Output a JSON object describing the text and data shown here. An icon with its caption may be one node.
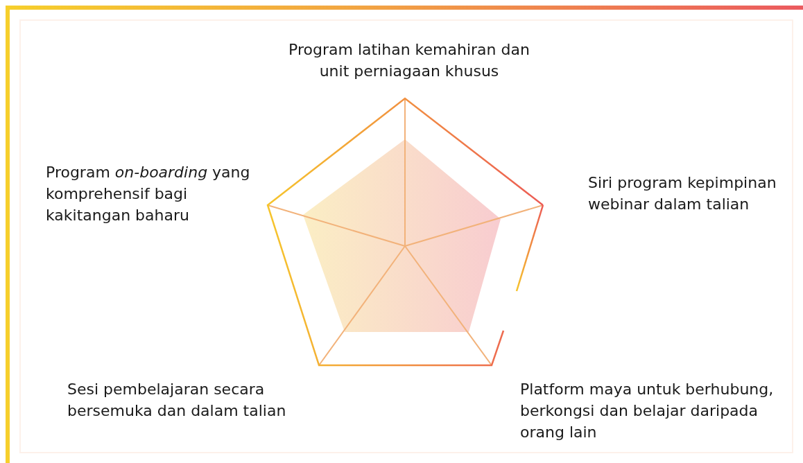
{
  "diagram": {
    "labels": [
      "Program latihan kemahiran dan unit perniagaan khusus",
      "Program *on-boarding* yang komprehensif bagi kakitangan baharu",
      "Siri program kepimpinan webinar dalam talian",
      "Sesi pembelajaran secara bersemuka dan dalam talian",
      "Platform maya untuk berhubung, berkongsi dan belajar daripada orang lain"
    ]
  }
}
